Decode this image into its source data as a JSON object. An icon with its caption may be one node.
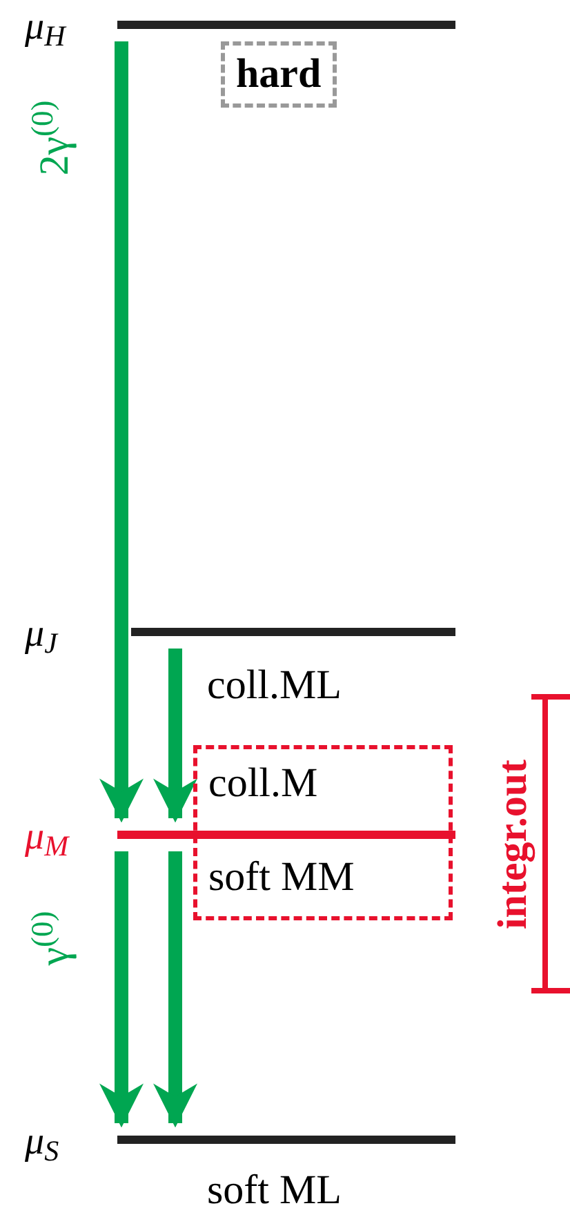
{
  "diagram": {
    "nodes": [
      {
        "text": [
          "μ$_{H}$"
        ]
      },
      {
        "text": [
          "μ$_{J}$"
        ]
      },
      {
        "text": [
          "μ$_{M}$"
        ]
      },
      {
        "text": [
          "μ$_{S}$"
        ]
      },
      {
        "text": [
          "hard"
        ]
      },
      {
        "text": [
          "coll.M",
          "soft MM"
        ]
      }
    ],
    "edges": [
      {
        "from": 0,
        "to": 2,
        "arrow": "to",
        "label": "2γ$^{(0)}$"
      },
      {
        "from": 1,
        "to": 2,
        "arrow": "to"
      },
      {
        "from": 2,
        "to": 3,
        "arrow": "to",
        "label": "γ$^{(0)}$"
      },
      {
        "from": 2,
        "to": 3,
        "arrow": "to"
      }
    ],
    "labels": [
      "coll.ML",
      "integr.out",
      "soft ML"
    ]
  }
}
